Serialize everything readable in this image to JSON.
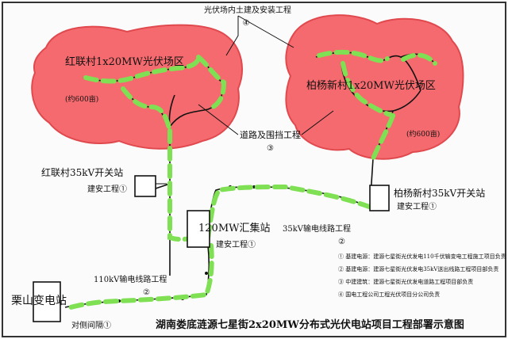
{
  "title": "湖南娄底涟源七星街2x20MW分布式光伏电站项目工程部署示意图",
  "top_label": "光伏场内土建及安装工程",
  "top_num": "④",
  "field_left": {
    "name": "红联村1x20MW光伏场区",
    "area": "(约600亩)"
  },
  "field_right": {
    "name": "柏杨新村1x20MW光伏场区",
    "area": "(约600亩)"
  },
  "road_label": "道路及围挡工程",
  "road_num": "③",
  "station_left": {
    "name": "红联村35kV开关站",
    "sub": "建安工程①"
  },
  "station_right": {
    "name": "柏杨新村35kV开关站",
    "sub": "建安工程①"
  },
  "collector": {
    "name": "120MW汇集站",
    "sub": "建安工程①"
  },
  "line35": {
    "label": "35kV输电线路工程",
    "num": "②"
  },
  "line110": {
    "label": "110kV输电线路工程",
    "num": "②"
  },
  "substation": {
    "name": "栗山变电站",
    "sub": "对侧间隔①"
  },
  "legend": [
    "① 基建电源：建源七星街光伏发电110千伏输变电工程施工项目负责",
    "② 基建电源：建源七星街光伏发电35kV送出线路工程项目部负责",
    "③ 中建建筑：建源七星街光伏发电道路工程项目部负责",
    "④ 国电工程公司工程光伏项目分公司负责"
  ],
  "colors": {
    "field": "#f56a6e",
    "field_edge": "#e0494e",
    "dash": "#7ee052",
    "line": "#111111"
  }
}
